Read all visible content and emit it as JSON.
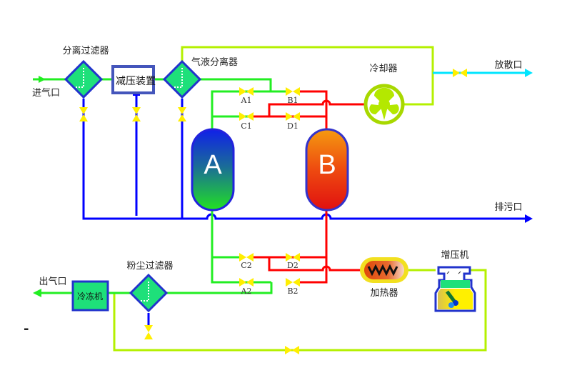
{
  "title": "Compressed air adsorption dryer process diagram",
  "colors": {
    "inlet_pipe": "#22ee22",
    "hot_pipe": "#ff0000",
    "drain_pipe": "#0000ff",
    "return_pipe": "#b4f000",
    "vent_pipe": "#00e5ff",
    "valve": "#ffee00",
    "equipment_fill": "#1ee07a",
    "equipment_border": "#2233cc"
  },
  "labels": {
    "inlet": "进气口",
    "separation_filter": "分离过滤器",
    "pressure_reducer": "减压装置",
    "gas_liquid_separator": "气液分离器",
    "cooler": "冷却器",
    "vent": "放散口",
    "drain": "排污口",
    "outlet": "出气口",
    "freeze_dryer": "冷冻机",
    "dust_filter": "粉尘过滤器",
    "heater": "加热器",
    "booster": "增压机",
    "dash": "-"
  },
  "tanks": [
    {
      "id": "A",
      "label": "A",
      "state": "adsorbing"
    },
    {
      "id": "B",
      "label": "B",
      "state": "regenerating"
    }
  ],
  "valves": {
    "top": [
      "A1",
      "B1",
      "C1",
      "D1"
    ],
    "bottom": [
      "C2",
      "D2",
      "A2",
      "B2"
    ]
  }
}
